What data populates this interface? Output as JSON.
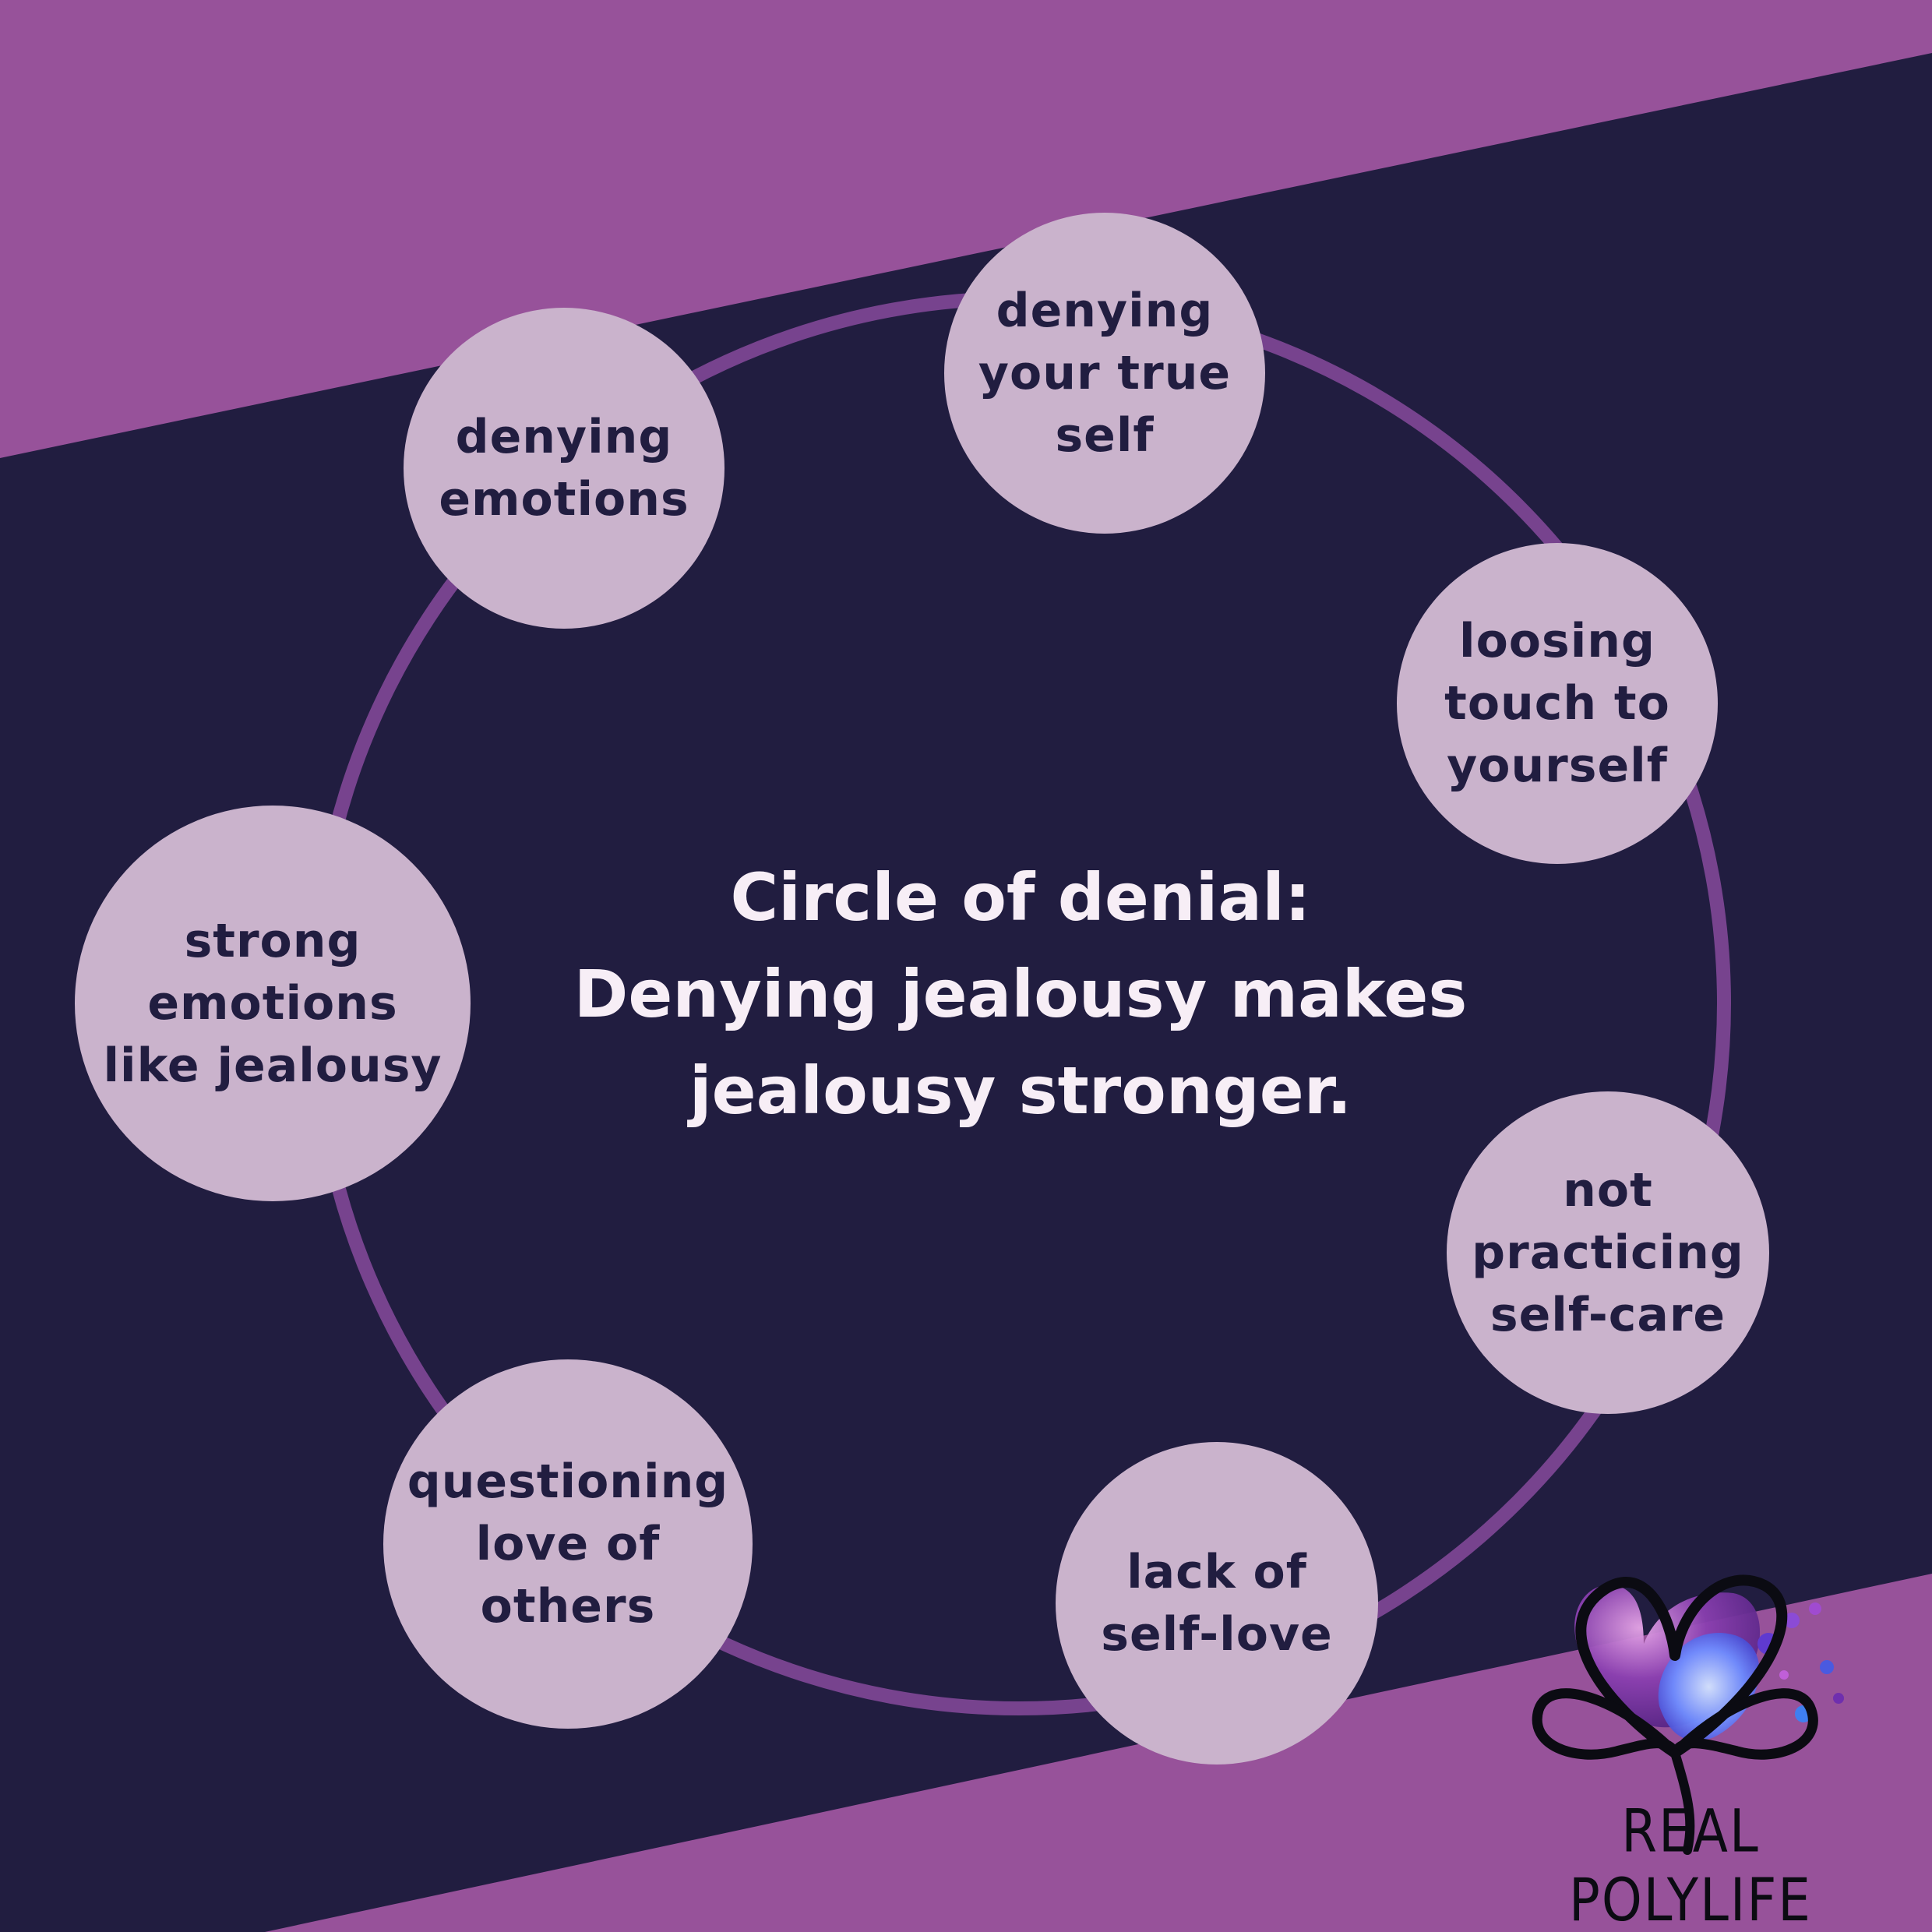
{
  "title": {
    "lines": [
      "Circle of denial:",
      "Denying jealousy makes",
      "jealousy stronger."
    ]
  },
  "nodes": [
    {
      "lines": [
        "denying",
        "your true",
        "self"
      ]
    },
    {
      "lines": [
        "loosing",
        "touch to",
        "yourself"
      ]
    },
    {
      "lines": [
        "not",
        "practicing",
        "self-care"
      ]
    },
    {
      "lines": [
        "lack of",
        "self-love"
      ]
    },
    {
      "lines": [
        "questioning",
        "love of",
        "others"
      ]
    },
    {
      "lines": [
        "strong",
        "emotions",
        "like jealousy"
      ]
    },
    {
      "lines": [
        "denying",
        "emotions"
      ]
    }
  ],
  "brand": {
    "name": "REAL POLYLIFE",
    "logo_icon": "heart-infinity-logo-icon"
  },
  "colors": {
    "background_dark": "#211d40",
    "band_purple": "#97529a",
    "ring_purple": "#77438e",
    "node_fill": "#cab3cc",
    "node_text": "#211d40",
    "title_text": "#f7eef6"
  }
}
